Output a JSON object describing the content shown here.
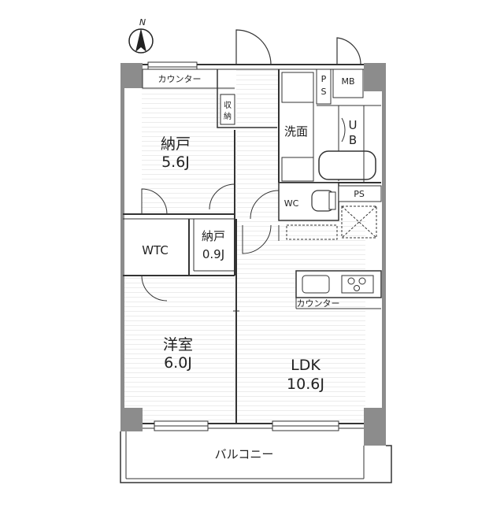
{
  "compass": {
    "label": "N"
  },
  "rooms": {
    "storage1": {
      "name": "納戸",
      "size": "5.6J"
    },
    "wtc": {
      "name": "WTC"
    },
    "storage2": {
      "name": "納戸",
      "size": "0.9J"
    },
    "western": {
      "name": "洋室",
      "size": "6.0J"
    },
    "ldk": {
      "name": "LDK",
      "size": "10.6J"
    },
    "washroom": {
      "name": "洗面"
    },
    "ub": {
      "line1": "U",
      "line2": "B"
    },
    "wc": {
      "name": "WC"
    },
    "mb": {
      "name": "MB"
    },
    "ps_top": {
      "line1": "P",
      "line2": "S"
    },
    "ps_wc": {
      "name": "PS"
    },
    "closet": {
      "line1": "収",
      "line2": "納"
    },
    "counter_top": {
      "name": "カウンター"
    },
    "counter_kitchen": {
      "name": "カウンター"
    },
    "balcony": {
      "name": "バルコニー"
    }
  },
  "colors": {
    "wall": "#8c8c8c",
    "line": "#333333",
    "floor_lines": "#e6e6e6",
    "balcony_fill": "#ffffff"
  }
}
